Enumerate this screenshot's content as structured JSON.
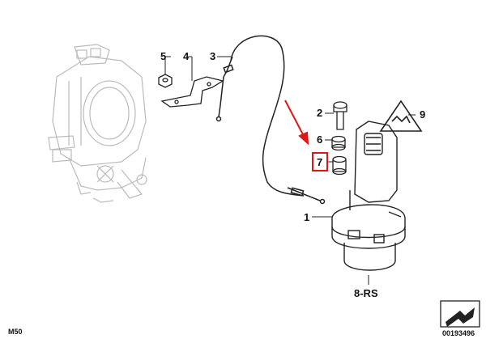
{
  "callouts": {
    "part1": "1",
    "part2": "2",
    "part3": "3",
    "part4": "4",
    "part5": "5",
    "part6": "6",
    "part7": "7",
    "part9": "9",
    "assembly": "8-RS"
  },
  "footer": {
    "model": "M50",
    "diagram_number": "00193496"
  },
  "colors": {
    "highlight": "#e01515",
    "line": "#222222"
  }
}
